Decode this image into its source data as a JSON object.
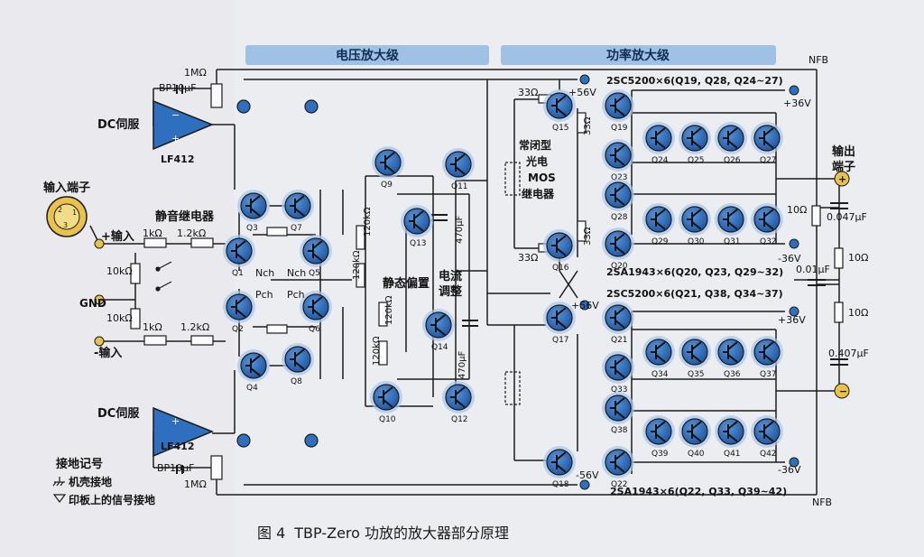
{
  "sections": {
    "voltage_amp": "电压放大级",
    "power_amp": "功率放大级"
  },
  "labels": {
    "input_terminal": "输入端子",
    "plus_input": "+输入",
    "minus_input": "-输入",
    "gnd": "GND",
    "dc_servo_top": "DC伺服",
    "dc_servo_bottom": "DC伺服",
    "lf412_top": "LF412",
    "lf412_bottom": "LF412",
    "mute_relay": "静音继电器",
    "quiescent_bias": "静态偏置",
    "current_adjust_1": "电流",
    "current_adjust_2": "调整",
    "nc_relay_1": "常闭型",
    "nc_relay_2": "光电",
    "nc_relay_3": "MOS",
    "nc_relay_4": "继电器",
    "output_terminal_1": "输出",
    "output_terminal_2": "端子",
    "nch": "Nch",
    "pch": "Pch",
    "nfb_top": "NFB",
    "nfb_bottom": "NFB",
    "ground_legend_title": "接地记号",
    "chassis_ground": "机壳接地",
    "signal_ground": "印板上的信号接地"
  },
  "components": {
    "r_1meg_top": "1MΩ",
    "bp_top": "BP10μF",
    "r_1meg_bottom": "1MΩ",
    "bp_bottom": "BP10μF",
    "r_1k_top": "1kΩ",
    "r_1k2_top": "1.2kΩ",
    "r_10k_a": "10kΩ",
    "r_10k_b": "10kΩ",
    "r_1k_bottom": "1kΩ",
    "r_1k2_bottom": "1.2kΩ",
    "r_120k_a": "120kΩ",
    "r_120k_b": "120kΩ",
    "r_120k_c": "120kΩ",
    "r_120k_d": "120kΩ",
    "c_470_a": "470μF",
    "c_470_b": "470μF",
    "r_33_a": "33Ω",
    "r_33_b": "33Ω",
    "r_33_c": "33Ω",
    "r_33_d": "33Ω",
    "r_10_a": "10Ω",
    "r_10_b": "10Ω",
    "r_10_c": "10Ω",
    "c_0047": "0.047μF",
    "c_001": "0.01μF",
    "c_0407": "0.407μF",
    "v_p56_a": "+56V",
    "v_p56_b": "+56V",
    "v_n56": "-56V",
    "v_p36_a": "+36V",
    "v_p36_b": "+36V",
    "v_n36_a": "-36V",
    "v_n36_b": "-36V",
    "part_2sc_top": "2SC5200×6(Q19, Q28, Q24~27)",
    "part_2sa_mid": "2SA1943×6(Q20, Q23, Q29~32)",
    "part_2sc_mid": "2SC5200×6(Q21, Q38, Q34~37)",
    "part_2sa_bottom": "2SA1943×6(Q22, Q33, Q39~42)"
  },
  "transistors": {
    "q1": "Q1",
    "q2": "Q2",
    "q3": "Q3",
    "q4": "Q4",
    "q5": "Q5",
    "q6": "Q6",
    "q7": "Q7",
    "q8": "Q8",
    "q9": "Q9",
    "q10": "Q10",
    "q11": "Q11",
    "q12": "Q12",
    "q13": "Q13",
    "q14": "Q14",
    "q15": "Q15",
    "q16": "Q16",
    "q17": "Q17",
    "q18": "Q18",
    "q19": "Q19",
    "q20": "Q20",
    "q21": "Q21",
    "q22": "Q22",
    "q23": "Q23",
    "q28": "Q28",
    "q33": "Q33",
    "q38": "Q38",
    "q24": "Q24",
    "q25": "Q25",
    "q26": "Q26",
    "q27": "Q27",
    "q29": "Q29",
    "q30": "Q30",
    "q31": "Q31",
    "q32": "Q32",
    "q34": "Q34",
    "q35": "Q35",
    "q36": "Q36",
    "q37": "Q37",
    "q39": "Q39",
    "q40": "Q40",
    "q41": "Q41",
    "q42": "Q42"
  },
  "caption": {
    "fig": "图 4",
    "title": "TBP-Zero 功放的放大器部分原理"
  },
  "colors": {
    "banner": "#9fc2e4",
    "transistor_fill": "#2f6fbf",
    "transistor_halo": "#a8c6ea",
    "wire": "#1c1c1c",
    "terminal_gold": "#e8c24a"
  }
}
